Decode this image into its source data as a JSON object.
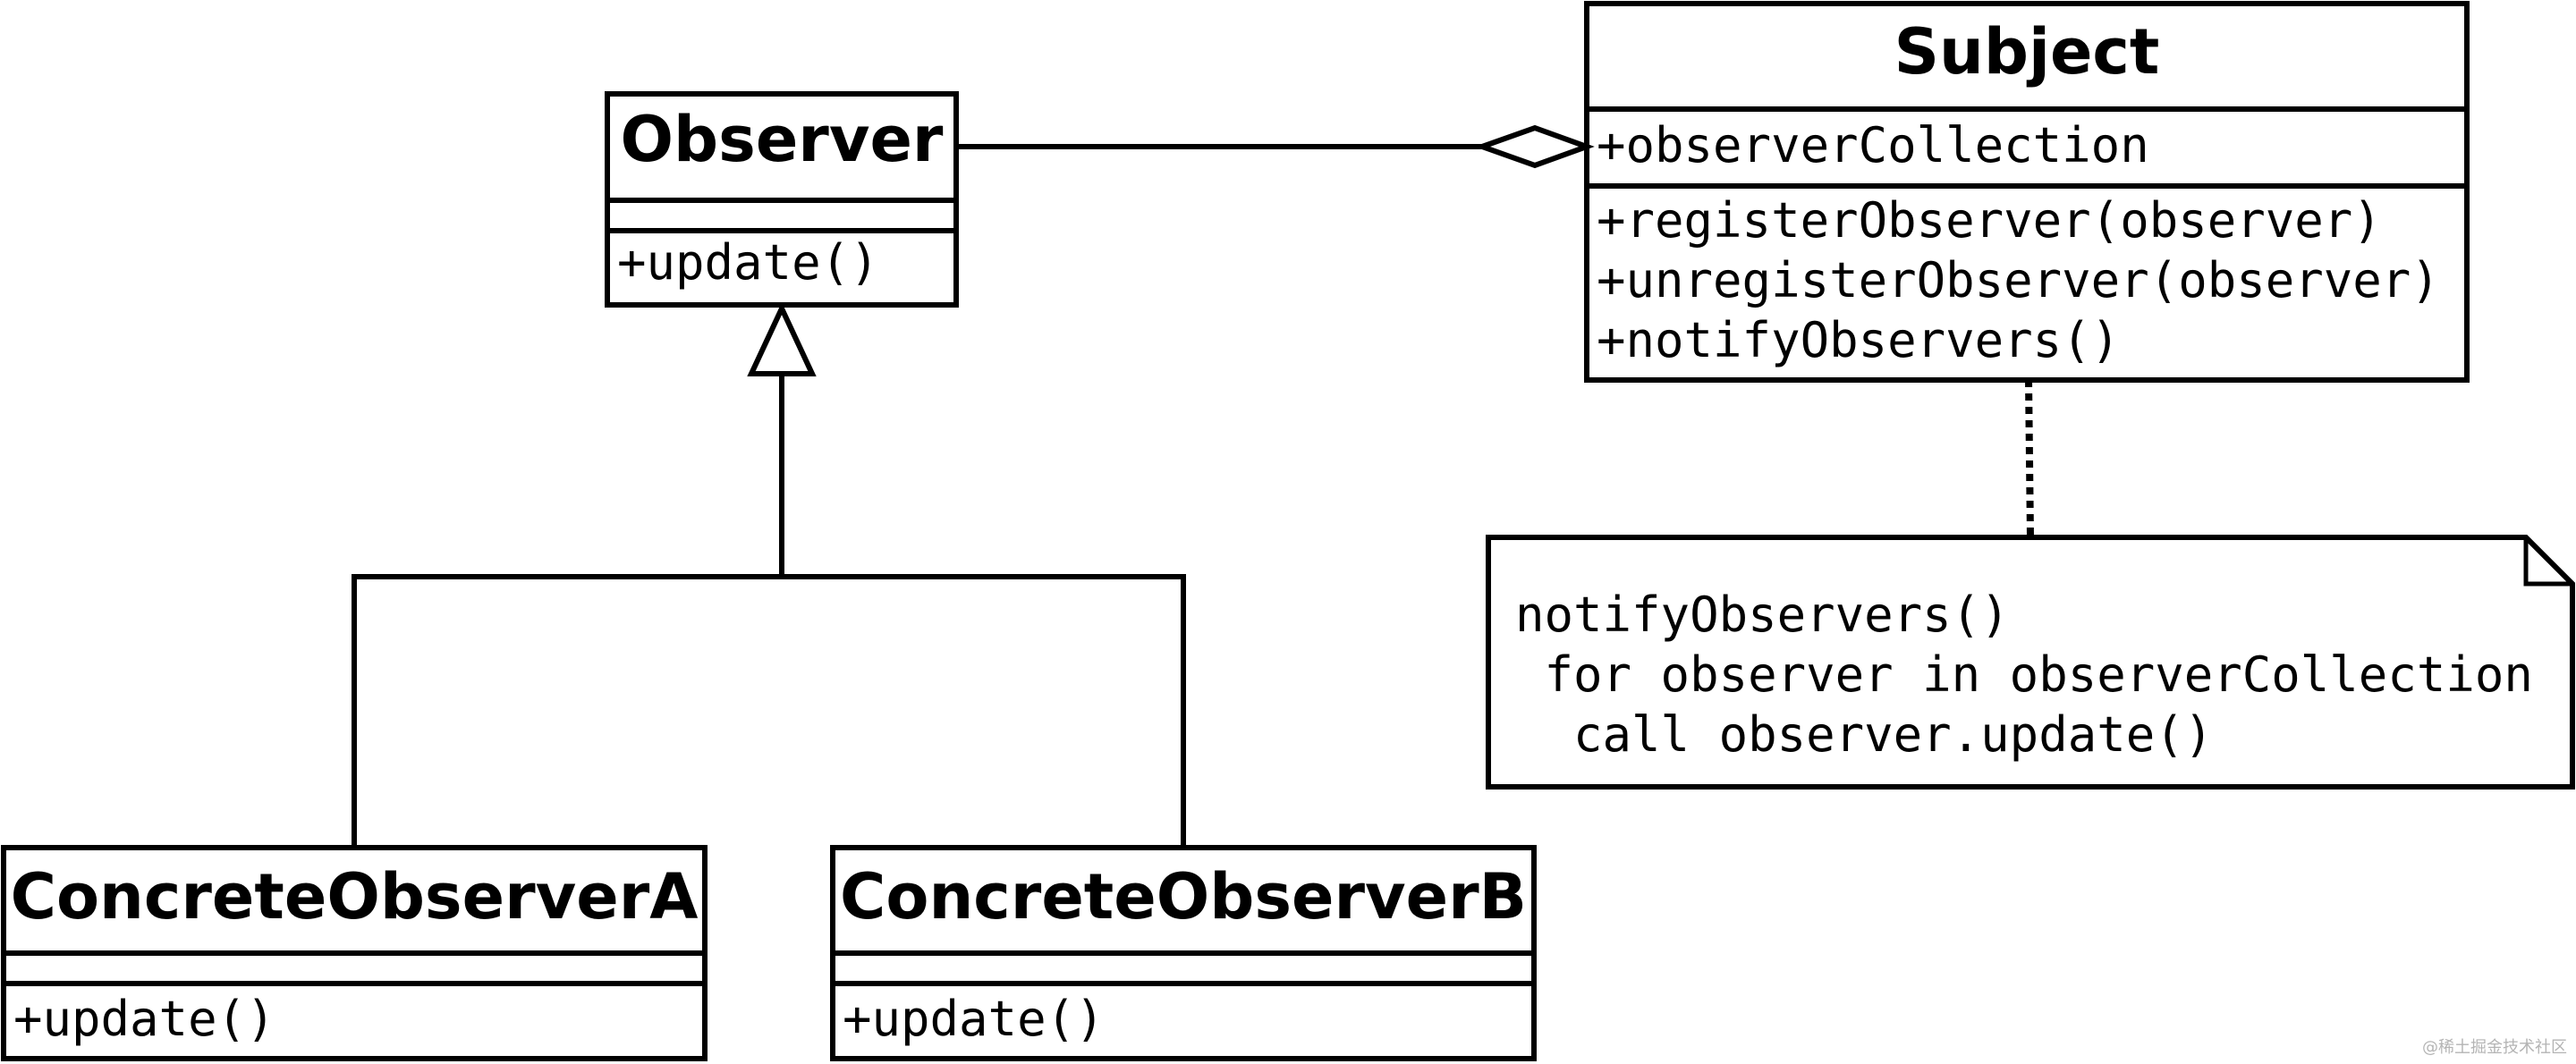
{
  "classes": {
    "observer": {
      "name": "Observer",
      "attributes": [],
      "operations": [
        "+update()"
      ]
    },
    "subject": {
      "name": "Subject",
      "attributes": [
        "+observerCollection"
      ],
      "operations": [
        "+registerObserver(observer)",
        "+unregisterObserver(observer)",
        "+notifyObservers()"
      ]
    },
    "concrete_a": {
      "name": "ConcreteObserverA",
      "attributes": [],
      "operations": [
        "+update()"
      ]
    },
    "concrete_b": {
      "name": "ConcreteObserverB",
      "attributes": [],
      "operations": [
        "+update()"
      ]
    }
  },
  "relationships": [
    {
      "type": "aggregation",
      "from": "Subject",
      "to": "Observer"
    },
    {
      "type": "generalization",
      "from": "ConcreteObserverA",
      "to": "Observer"
    },
    {
      "type": "generalization",
      "from": "ConcreteObserverB",
      "to": "Observer"
    },
    {
      "type": "note-anchor",
      "from": "note",
      "to": "Subject"
    }
  ],
  "note": {
    "lines": [
      "notifyObservers()",
      " for observer in observerCollection",
      "  call observer.update()"
    ]
  },
  "watermark": "@稀土掘金技术社区"
}
